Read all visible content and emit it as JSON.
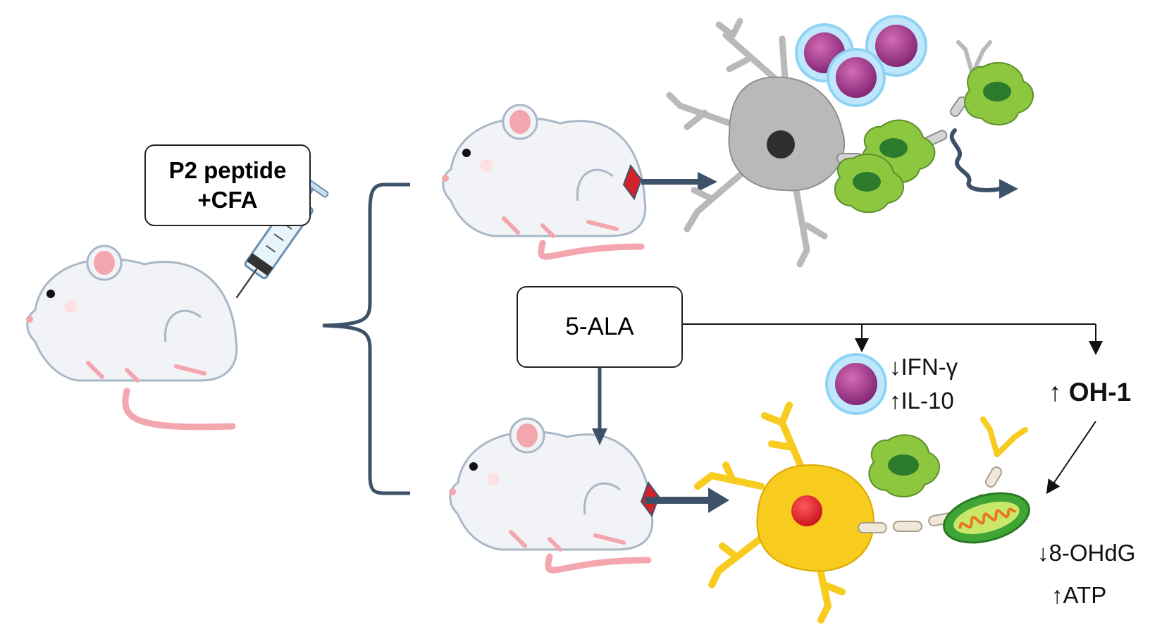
{
  "injection_box": {
    "line1": "P2 peptide",
    "line2": "+CFA"
  },
  "treatment_box": {
    "label": "5-ALA"
  },
  "effects": {
    "ifn": "↓IFN-γ",
    "il10": "↑IL-10",
    "oh1": "↑ OH-1",
    "ohdg": "↓8-OHdG",
    "atp": "↑ATP"
  },
  "colors": {
    "arrow": "#3d5268",
    "mouse_body": "#f1f3f6",
    "mouse_outline": "#a9b7c6",
    "ear_tail": "#f4a6ae",
    "gray_neuron": "#b9b9b9",
    "yellow_neuron": "#f7cc1e",
    "lesion": "#d3222a",
    "microglia": "#8dc63f",
    "lymphocyte_core": "#b0348f",
    "lymphocyte_halo": "#8fd3f4",
    "mitochondrion": "#3fa535"
  }
}
